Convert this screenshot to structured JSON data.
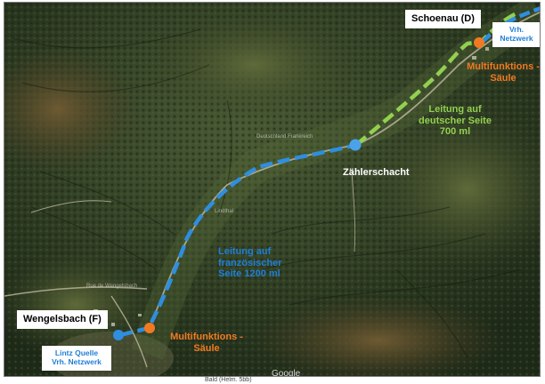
{
  "labels": {
    "schoenau": "Schoenau (D)",
    "vrh_netzwerk_top": "Vrh. Netzwerk",
    "multifunktion_top": "Multifunktions -Säule",
    "leitung_deutsch": "Leitung auf deutscher Seite 700 ml",
    "zaehlerschacht": "Zählerschacht",
    "leitung_franz": "Leitung auf französischer Seite  1200 ml",
    "wengelsbach": "Wengelsbach (F)",
    "lintz_quelle": "Lintz Quelle Vrh. Netzwerk",
    "multifunktion_bottom": "Multifunktions -Säule",
    "google": "Google",
    "caption": "Bald (Helm. 5bb)"
  },
  "colors": {
    "blue_route": "#2e8ee0",
    "green_route": "#92d050",
    "orange_marker": "#f07a22",
    "blue_marker": "#2e8ee0",
    "label_orange": "#f07a22",
    "label_green": "#92d050",
    "label_blue": "#1f7fd6"
  },
  "map": {
    "type": "satellite",
    "street_labels": [
      "Lindthal",
      "Deutschland Frankreich",
      "Rue de Wengelsbach"
    ]
  }
}
